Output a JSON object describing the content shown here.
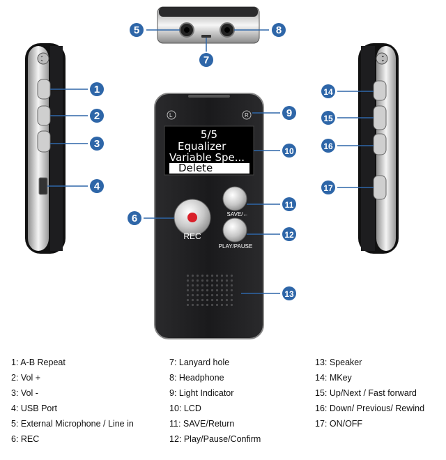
{
  "callouts": [
    "1",
    "2",
    "3",
    "4",
    "5",
    "6",
    "7",
    "8",
    "9",
    "10",
    "11",
    "12",
    "13",
    "14",
    "15",
    "16",
    "17"
  ],
  "lcd": {
    "line1": "5/5",
    "line2": "Equalizer",
    "line3": "Variable Spe...",
    "line4": "Delete"
  },
  "buttons": {
    "rec": "REC",
    "save": "SAVE/←",
    "play": "PLAY/PAUSE"
  },
  "indicators": {
    "left": "L",
    "right": "R"
  },
  "legend": {
    "col1": [
      "1: A-B Repeat",
      "2: Vol +",
      "3: Vol -",
      "4: USB Port",
      "5: External Microphone / Line in",
      "6: REC"
    ],
    "col2": [
      "7: Lanyard hole",
      "8: Headphone",
      "9: Light Indicator",
      "10: LCD",
      "11: SAVE/Return",
      "12: Play/Pause/Confirm"
    ],
    "col3": [
      "13: Speaker",
      "14: MKey",
      "15: Up/Next / Fast forward",
      "16: Down/ Previous/ Rewind",
      "17: ON/OFF"
    ]
  },
  "colors": {
    "callout": "#2e66a8",
    "accent": "#d9202a",
    "body": "#1c1c1e"
  }
}
